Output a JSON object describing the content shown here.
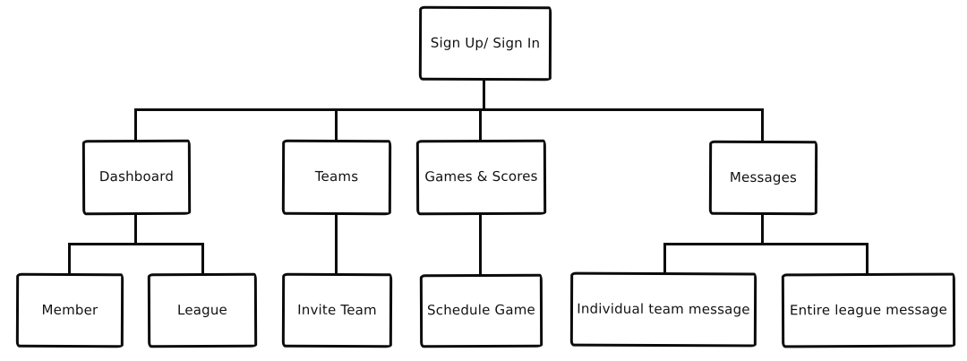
{
  "diagram_type": "sitemap-flowchart",
  "colors": {
    "background": "#ffffff",
    "line": "#0b0b0b",
    "text": "#111111"
  },
  "tree": {
    "root": {
      "label": "Sign Up/ Sign In"
    },
    "branches": [
      {
        "label": "Dashboard",
        "children": [
          {
            "label": "Member"
          },
          {
            "label": "League"
          }
        ]
      },
      {
        "label": "Teams",
        "children": [
          {
            "label": "Invite Team"
          }
        ]
      },
      {
        "label": "Games & Scores",
        "children": [
          {
            "label": "Schedule Game"
          }
        ]
      },
      {
        "label": "Messages",
        "children": [
          {
            "label": "Individual team message"
          },
          {
            "label": "Entire league message"
          }
        ]
      }
    ]
  }
}
